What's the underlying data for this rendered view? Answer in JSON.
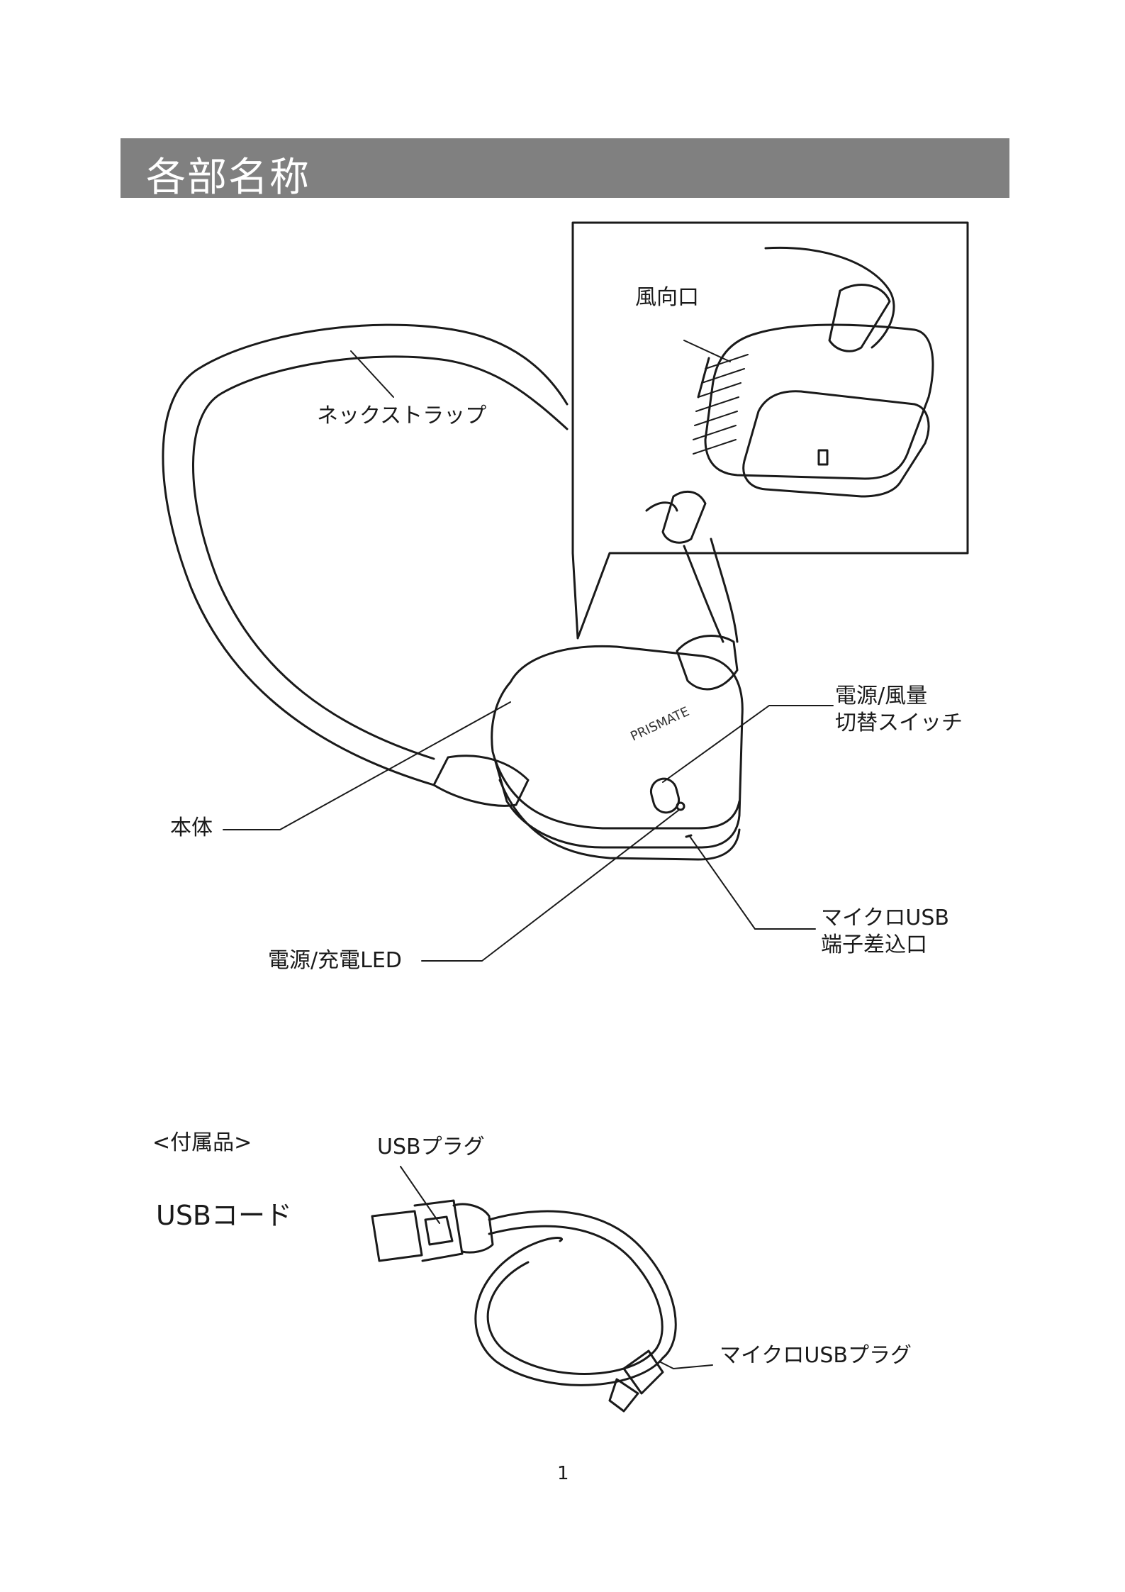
{
  "header": {
    "title": "各部名称"
  },
  "labels": {
    "air_outlet": "風向口",
    "neck_strap": "ネックストラップ",
    "power_switch_line1": "電源/風量",
    "power_switch_line2": "切替スイッチ",
    "body": "本体",
    "micro_usb_port_line1": "マイクロUSB",
    "micro_usb_port_line2": "端子差込口",
    "power_led": "電源/充電LED"
  },
  "brand": {
    "logo": "PRISMATE"
  },
  "accessories": {
    "heading": "<付属品>",
    "item": "USBコード",
    "usb_plug": "USBプラグ",
    "micro_usb_plug": "マイクロUSBプラグ"
  },
  "footer": {
    "page_number": "1"
  }
}
